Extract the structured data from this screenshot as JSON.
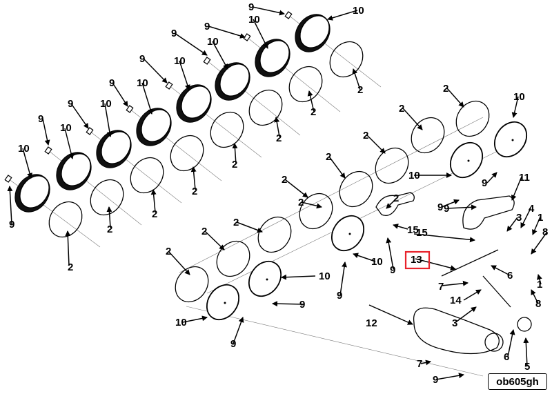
{
  "figure_id": "ob605gh",
  "highlight_color": "#e8222b",
  "highlighted_callout": "13",
  "callouts": [
    "9",
    "10",
    "2",
    "9",
    "10",
    "2",
    "9",
    "10",
    "2",
    "9",
    "10",
    "2",
    "9",
    "10",
    "2",
    "9",
    "10",
    "2",
    "9",
    "10",
    "2",
    "9",
    "10",
    "2",
    "9",
    "10",
    "2",
    "9",
    "10",
    "2",
    "2",
    "10",
    "9",
    "11",
    "9",
    "4",
    "3",
    "1",
    "8",
    "2",
    "10",
    "9",
    "2",
    "15",
    "9",
    "13",
    "7",
    "6",
    "14",
    "3",
    "1",
    "8",
    "12",
    "6",
    "5",
    "7",
    "9",
    "2",
    "10",
    "9",
    "2",
    "10",
    "9",
    "2",
    "10",
    "9",
    "2",
    "10",
    "9",
    "2",
    "10",
    "9",
    "2",
    "10",
    "9"
  ]
}
